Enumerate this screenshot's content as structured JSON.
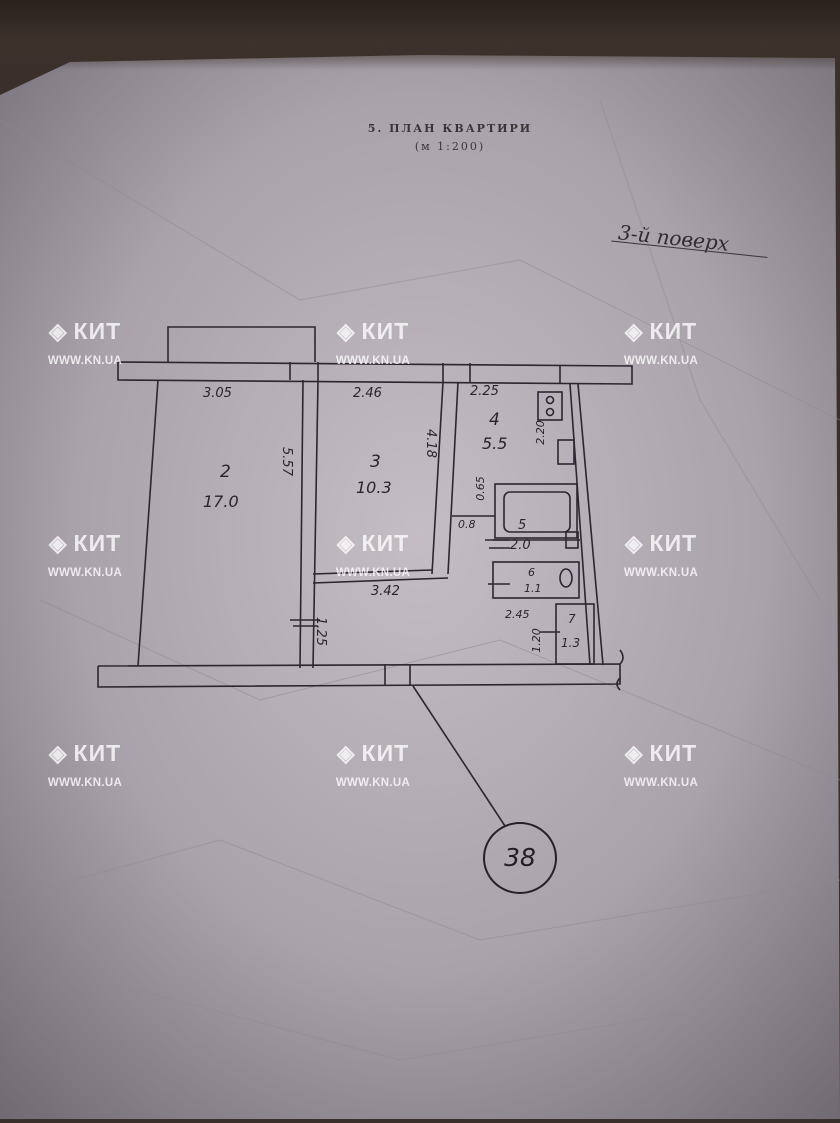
{
  "header": {
    "title": "5. ПЛАН КВАРТИРИ",
    "scale": "(м 1:200)"
  },
  "floor_note": "3-й поверх",
  "rooms": [
    {
      "number": "2",
      "area": "17.0"
    },
    {
      "number": "3",
      "area": "10.3"
    },
    {
      "number": "4",
      "area": "5.5"
    },
    {
      "number": "5",
      "area": "2.0"
    },
    {
      "number": "6",
      "area": "1.1"
    },
    {
      "number": "7",
      "area": "1.3"
    }
  ],
  "dimensions": {
    "d305": "3.05",
    "d246": "2.46",
    "d225": "2.25",
    "d557": "5.57",
    "d418": "4.18",
    "d220": "2.20",
    "d065": "0.65",
    "d08": "0.8",
    "d342": "3.42",
    "d125": "1.25",
    "d245": "2.45",
    "d120": "1.20"
  },
  "building_number": "38",
  "watermark": {
    "brand": "КИТ",
    "site": "WWW.KN.UA"
  }
}
